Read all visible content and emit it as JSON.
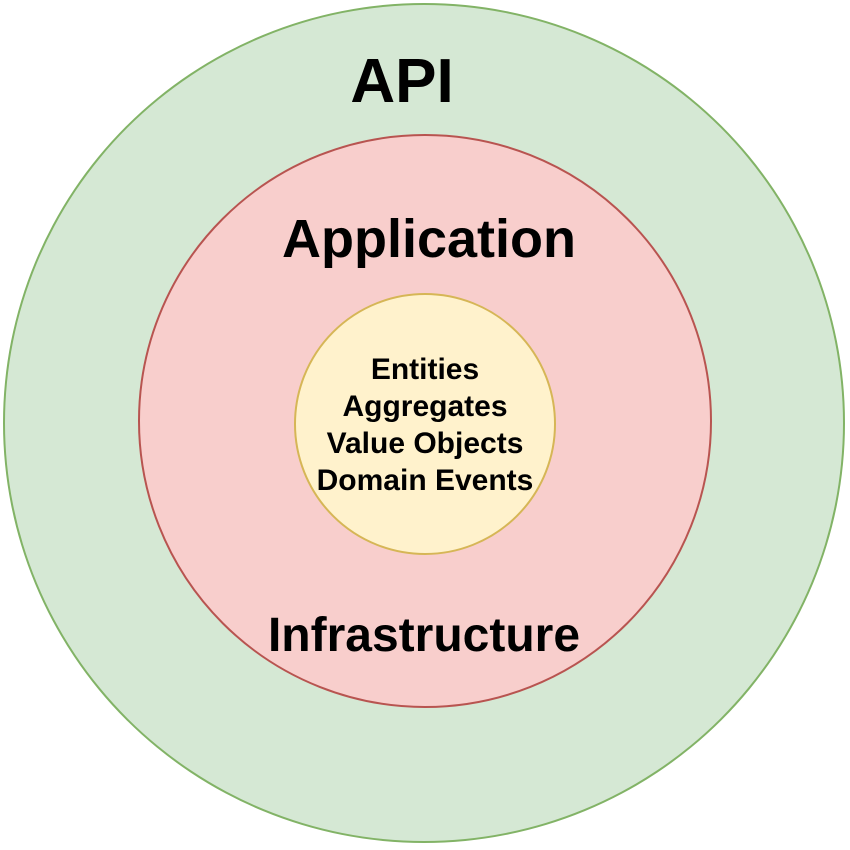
{
  "diagram": {
    "background_color": "#ffffff",
    "text_color": "#000000",
    "rings": {
      "api": {
        "label": "API",
        "fill": "#d5e8d4",
        "stroke": "#82b366"
      },
      "application": {
        "label_top": "Application",
        "label_bottom": "Infrastructure",
        "fill": "#f8cecc",
        "stroke": "#b85450"
      },
      "domain": {
        "lines": [
          "Entities",
          "Aggregates",
          "Value Objects",
          "Domain Events"
        ],
        "fill": "#fff2cc",
        "stroke": "#d6b656"
      }
    }
  }
}
